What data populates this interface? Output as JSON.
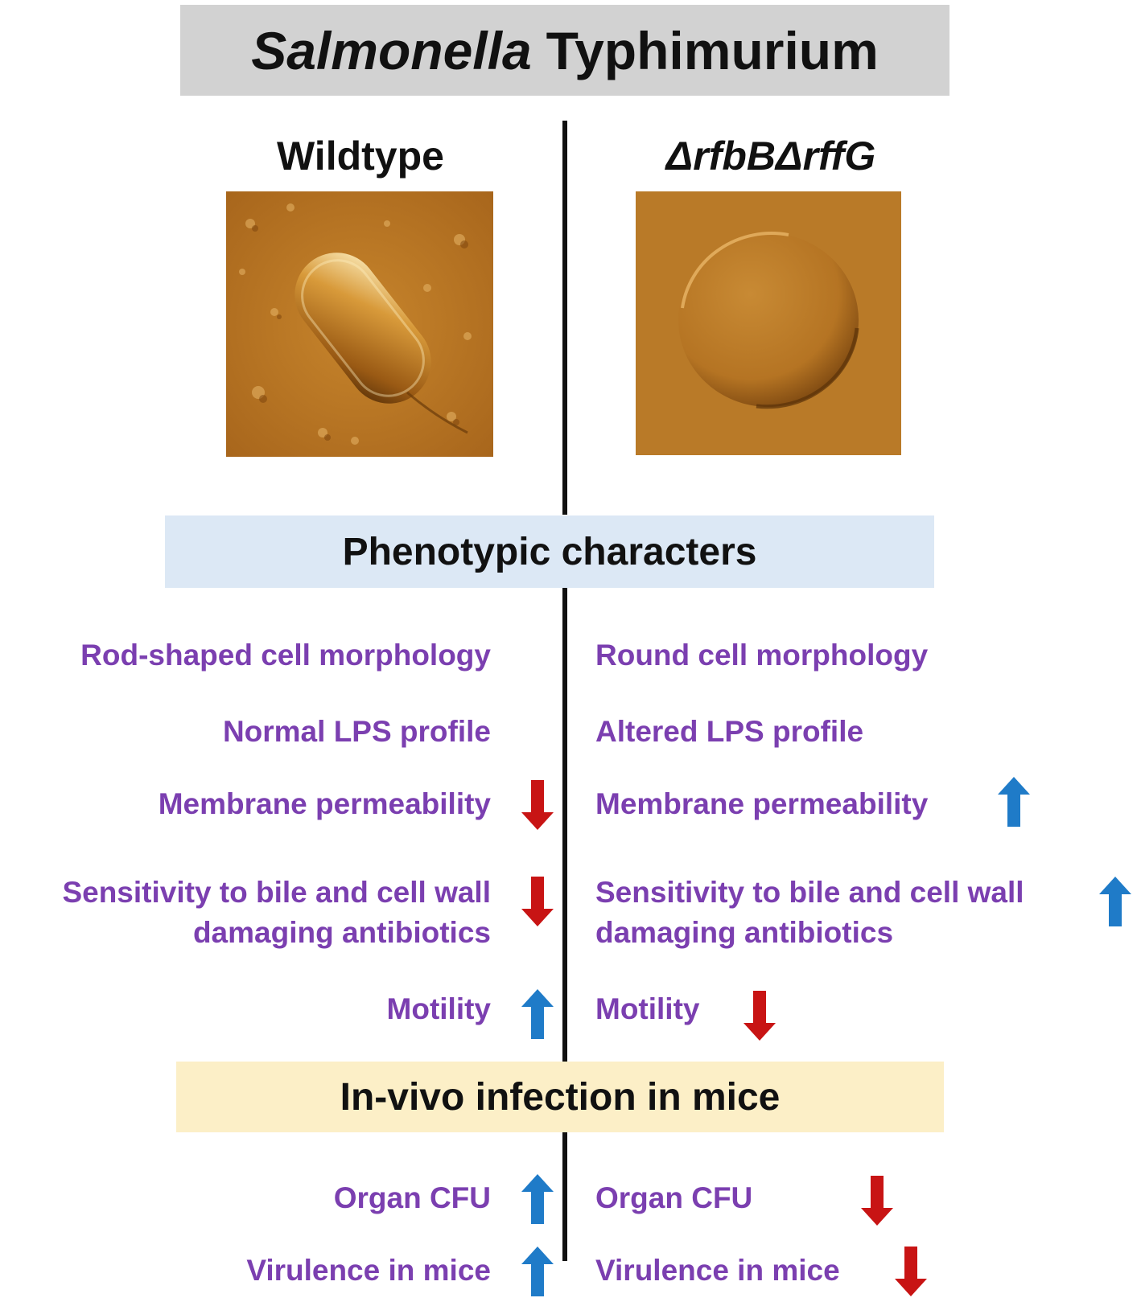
{
  "title": {
    "italic": "Salmonella",
    "rest": "Typhimurium"
  },
  "columns": {
    "left_heading": "Wildtype",
    "right_heading": "ΔrfbBΔrffG"
  },
  "micrographs": {
    "left": "rod-shaped-cell-image",
    "right": "round-cell-image"
  },
  "sections": {
    "phenotypic": "Phenotypic characters",
    "invivo": "In-vivo infection in mice"
  },
  "traits": {
    "left": [
      {
        "text": "Rod-shaped cell morphology",
        "arrow": "none"
      },
      {
        "text": "Normal LPS profile",
        "arrow": "none"
      },
      {
        "text": "Membrane permeability",
        "arrow": "down"
      },
      {
        "text": "Sensitivity to bile and cell wall",
        "text2": "damaging antibiotics",
        "arrow": "down"
      },
      {
        "text": "Motility",
        "arrow": "up"
      },
      {
        "text": "Organ CFU",
        "arrow": "up"
      },
      {
        "text": "Virulence in mice",
        "arrow": "up"
      }
    ],
    "right": [
      {
        "text": "Round cell morphology",
        "arrow": "none"
      },
      {
        "text": "Altered LPS profile",
        "arrow": "none"
      },
      {
        "text": "Membrane permeability",
        "arrow": "up"
      },
      {
        "text": "Sensitivity to bile and cell wall",
        "text2": "damaging antibiotics",
        "arrow": "up"
      },
      {
        "text": "Motility",
        "arrow": "down"
      },
      {
        "text": "Organ CFU",
        "arrow": "down"
      },
      {
        "text": "Virulence in mice",
        "arrow": "down"
      }
    ]
  },
  "colors": {
    "trait_text": "#7b3fb0",
    "arrow_up": "#1f7bc8",
    "arrow_down": "#c81414",
    "title_bg": "#d2d2d2",
    "phenotypic_bg": "#dce8f5",
    "invivo_bg": "#fcefc7"
  }
}
